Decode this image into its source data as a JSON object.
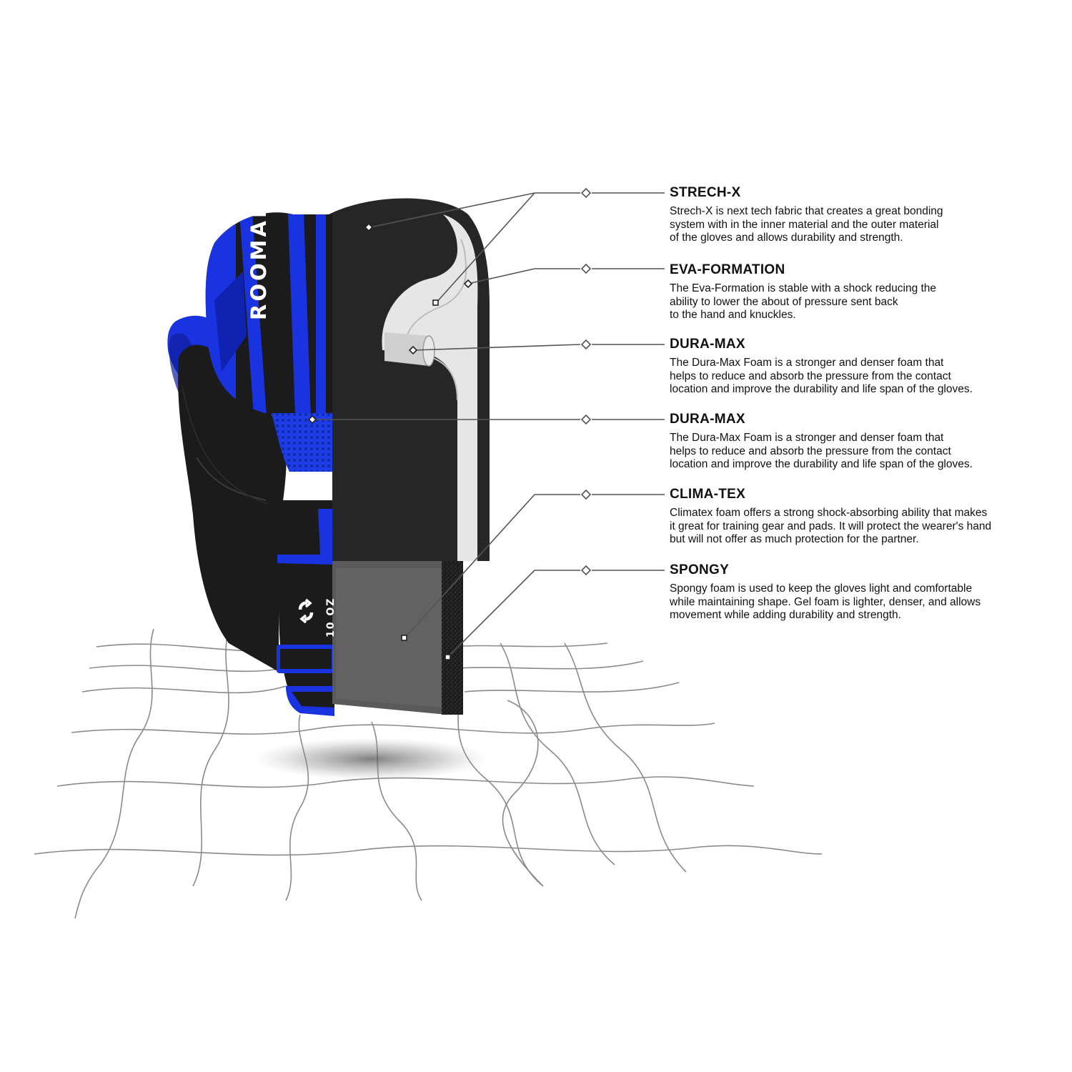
{
  "glove": {
    "brand": "ROOMAIF",
    "weight": "10 OZ",
    "logo_icon": "refresh-arrows-icon"
  },
  "colors": {
    "accent_blue": "#1a33e0",
    "glove_black": "#1b1b1b",
    "inner_black": "#262626",
    "eva_white": "#e6e6e6",
    "climatex_grey": "#5a5a5a",
    "net_grey": "#8a8a8a"
  },
  "layers": [
    {
      "title": "STRECH-X",
      "description": "Strech-X is next tech fabric that creates a great bonding\nsystem with in the inner material and the outer material\nof the gloves and allows durability and strength."
    },
    {
      "title": "EVA-FORMATION",
      "description": "The Eva-Formation is stable with a shock reducing the\nability to lower the about of pressure sent back\nto the hand and knuckles."
    },
    {
      "title": "DURA-MAX",
      "description": "The Dura-Max Foam is a stronger and denser foam that\nhelps to reduce and absorb the pressure from the contact\nlocation and improve the durability and life span of the gloves."
    },
    {
      "title": "DURA-MAX",
      "description": "The Dura-Max Foam is a stronger and denser foam that\nhelps to reduce and absorb the pressure from the contact\nlocation and improve the durability and life span of the gloves."
    },
    {
      "title": "CLIMA-TEX",
      "description": "Climatex foam offers a strong shock-absorbing ability that makes\nit great for training gear and pads. It will protect the wearer's hand\nbut will not offer as much protection for the partner."
    },
    {
      "title": "SPONGY",
      "description": "Spongy foam is used to keep the gloves light and comfortable\nwhile maintaining shape. Gel foam is lighter, denser, and allows\nmovement while adding durability and strength."
    }
  ]
}
